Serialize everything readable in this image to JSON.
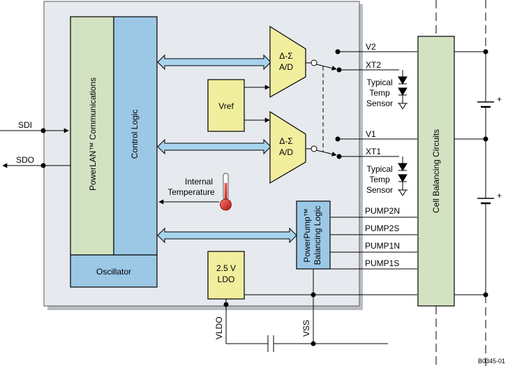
{
  "blocks": {
    "comms": "PowerLAN™ Communications",
    "control": "Control Logic",
    "oscillator": "Oscillator",
    "vref": "Vref",
    "adc_top_1": "Δ-Σ",
    "adc_top_2": "A/D",
    "adc_bot_1": "Δ-Σ",
    "adc_bot_2": "A/D",
    "ldo_1": "2.5 V",
    "ldo_2": "LDO",
    "pump_1": "PowerPump™",
    "pump_2": "Balancing Logic",
    "cell_balancing": "Cell Balancing Circuits",
    "internal_temp_1": "Internal",
    "internal_temp_2": "Temperature"
  },
  "signals": {
    "sdi": "SDI",
    "sdo": "SDO",
    "v2": "V2",
    "xt2": "XT2",
    "v1": "V1",
    "xt1": "XT1",
    "pump2n": "PUMP2N",
    "pump2s": "PUMP2S",
    "pump1n": "PUMP1N",
    "pump1s": "PUMP1S",
    "vldo": "VLDO",
    "vss": "VSS"
  },
  "sensors": {
    "top": [
      "Typical",
      "Temp",
      "Sensor"
    ],
    "bottom": [
      "Typical",
      "Temp",
      "Sensor"
    ]
  },
  "cell_polarity": "+",
  "figure_id": "B0345-01",
  "colors": {
    "chip_fill": "#e6e9ee",
    "comms_fill": "#d3e2c1",
    "logic_fill": "#9cc8e6",
    "block_fill": "#f1ee9e",
    "cell_fill": "#d3e2c1",
    "arrow_fill": "#a7d3ec"
  }
}
